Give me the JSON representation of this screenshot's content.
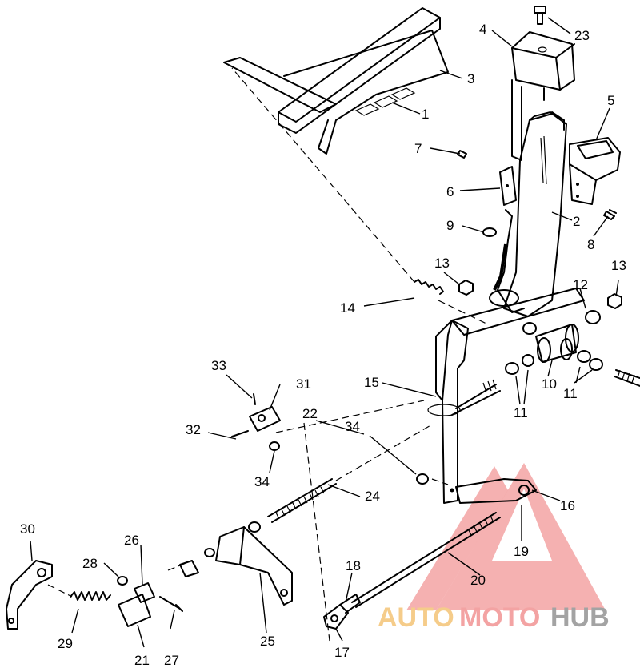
{
  "labels": [
    {
      "id": "1",
      "text": "1"
    },
    {
      "id": "2",
      "text": "2"
    },
    {
      "id": "3",
      "text": "3"
    },
    {
      "id": "4",
      "text": "4"
    },
    {
      "id": "5",
      "text": "5"
    },
    {
      "id": "6",
      "text": "6"
    },
    {
      "id": "7",
      "text": "7"
    },
    {
      "id": "8",
      "text": "8"
    },
    {
      "id": "9",
      "text": "9"
    },
    {
      "id": "10",
      "text": "10"
    },
    {
      "id": "11a",
      "text": "11"
    },
    {
      "id": "11b",
      "text": "11"
    },
    {
      "id": "12",
      "text": "12"
    },
    {
      "id": "13a",
      "text": "13"
    },
    {
      "id": "13b",
      "text": "13"
    },
    {
      "id": "14",
      "text": "14"
    },
    {
      "id": "15",
      "text": "15"
    },
    {
      "id": "16",
      "text": "16"
    },
    {
      "id": "17",
      "text": "17"
    },
    {
      "id": "18",
      "text": "18"
    },
    {
      "id": "19",
      "text": "19"
    },
    {
      "id": "20",
      "text": "20"
    },
    {
      "id": "21",
      "text": "21"
    },
    {
      "id": "22",
      "text": "22"
    },
    {
      "id": "23",
      "text": "23"
    },
    {
      "id": "24",
      "text": "24"
    },
    {
      "id": "25",
      "text": "25"
    },
    {
      "id": "26",
      "text": "26"
    },
    {
      "id": "27",
      "text": "27"
    },
    {
      "id": "28",
      "text": "28"
    },
    {
      "id": "29",
      "text": "29"
    },
    {
      "id": "30",
      "text": "30"
    },
    {
      "id": "31",
      "text": "31"
    },
    {
      "id": "32",
      "text": "32"
    },
    {
      "id": "33",
      "text": "33"
    },
    {
      "id": "34a",
      "text": "34"
    },
    {
      "id": "34b",
      "text": "34"
    }
  ],
  "watermark": {
    "text_auto": "AUTO",
    "text_moto": "MOTO",
    "text_hub": "HUB",
    "color_triangle": "#f29a9a",
    "color_auto": "#f5c77e",
    "color_moto": "#f29a9a",
    "color_hub": "#9a9a9a"
  }
}
